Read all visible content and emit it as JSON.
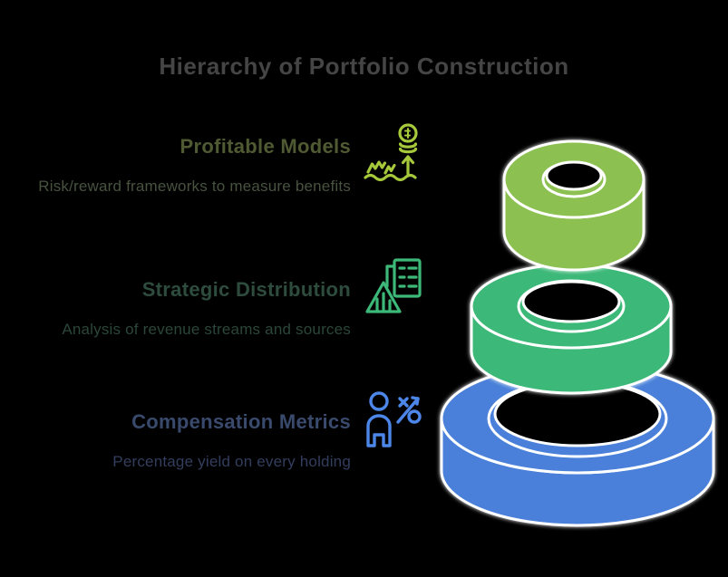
{
  "background_color": "#000000",
  "ring_outline_color": "#FFFFFF",
  "title": {
    "text": "Hierarchy of Portfolio Construction",
    "color": "#454545"
  },
  "levels": [
    {
      "heading": "Profitable Models",
      "description": "Risk/reward frameworks to measure benefits",
      "icon": "money-growth-icon",
      "ring": "top",
      "ring_color": "#8CC152",
      "heading_color": "#4f5a33",
      "description_color": "#47523f",
      "icon_color": "#A6C83B"
    },
    {
      "heading": "Strategic Distribution",
      "description": "Analysis of revenue streams and sources",
      "icon": "report-analysis-icon",
      "ring": "middle",
      "ring_color": "#3CB878",
      "heading_color": "#2e4c3e",
      "description_color": "#2b463a",
      "icon_color": "#3CB878"
    },
    {
      "heading": "Compensation Metrics",
      "description": "Percentage yield on every holding",
      "icon": "person-percentage-icon",
      "ring": "bottom",
      "ring_color": "#4A80D9",
      "heading_color": "#394a6d",
      "description_color": "#333e5e",
      "icon_color": "#4C86E8"
    }
  ]
}
